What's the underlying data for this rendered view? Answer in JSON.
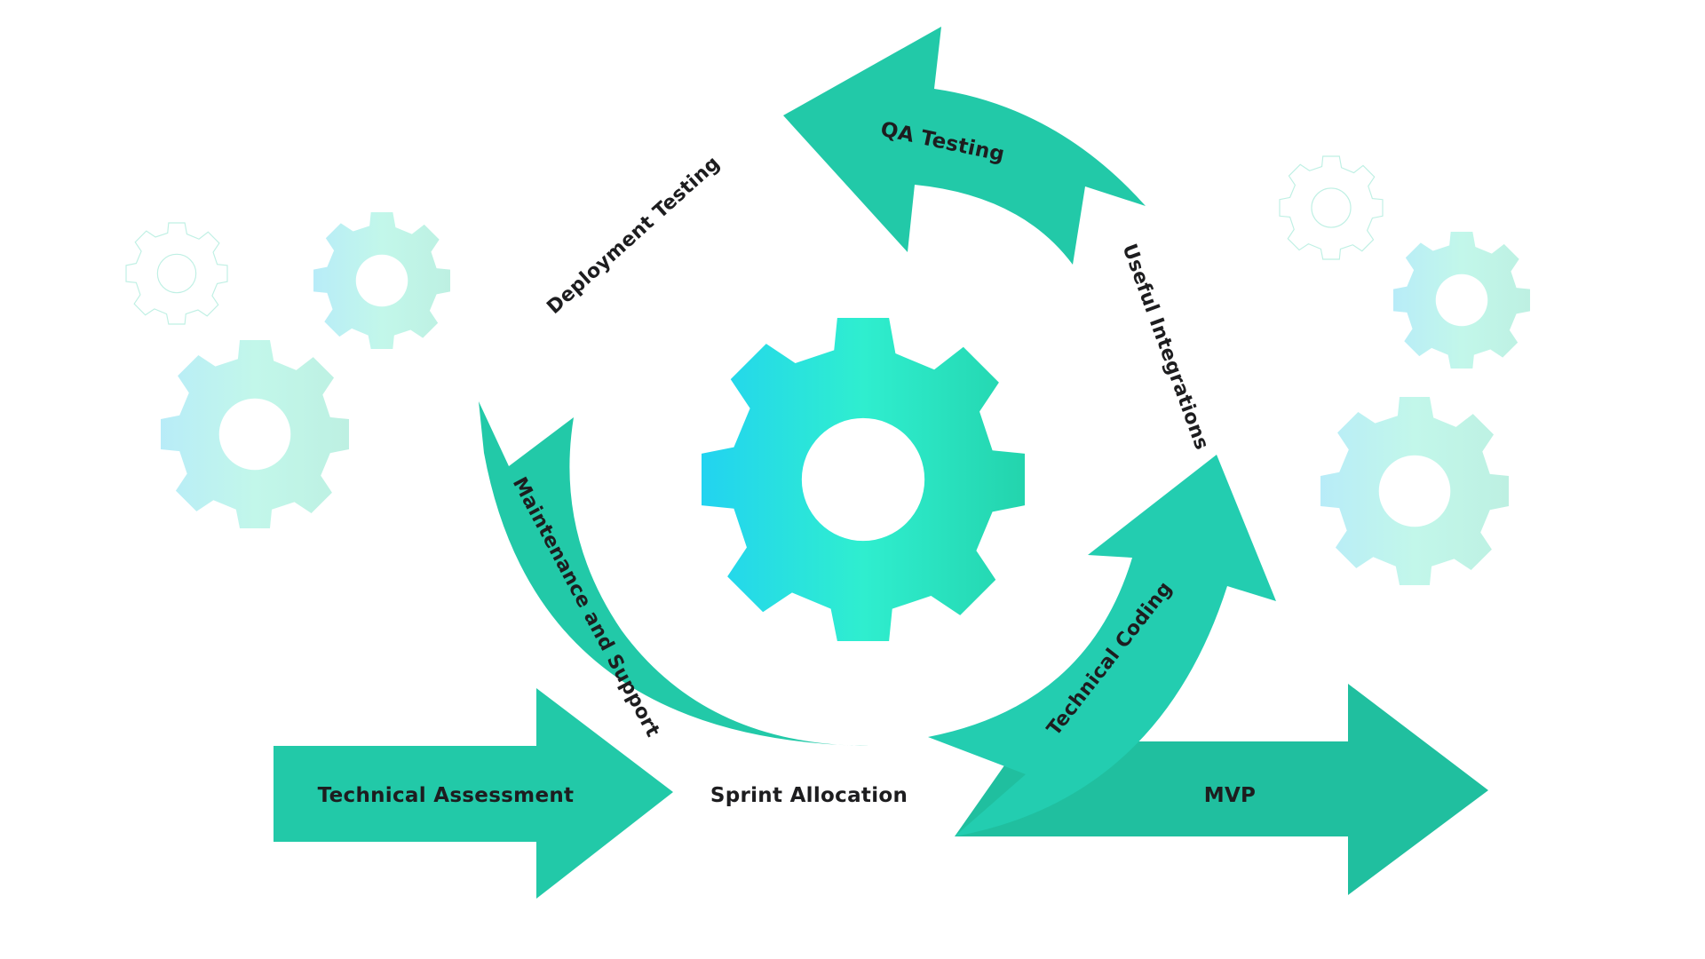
{
  "diagram": {
    "stages": {
      "technical_assessment": "Technical Assessment",
      "sprint_allocation": "Sprint Allocation",
      "mvp": "MVP",
      "maintenance_support": "Maintenance and Support",
      "deployment_testing": "Deployment Testing",
      "qa_testing": "QA Testing",
      "useful_integrations": "Useful Integrations",
      "technical_coding": "Technical Coding"
    },
    "colors": {
      "arrow": "#22c9a8",
      "arrow_dark": "#20bf9f",
      "gear_left": "#22d3f0",
      "gear_mid": "#2feecf",
      "gear_right": "#23d4ad",
      "label": "#1d1d1f"
    },
    "icons": [
      "gear-icon",
      "arrow-right-icon",
      "curved-arrow-icon"
    ]
  }
}
